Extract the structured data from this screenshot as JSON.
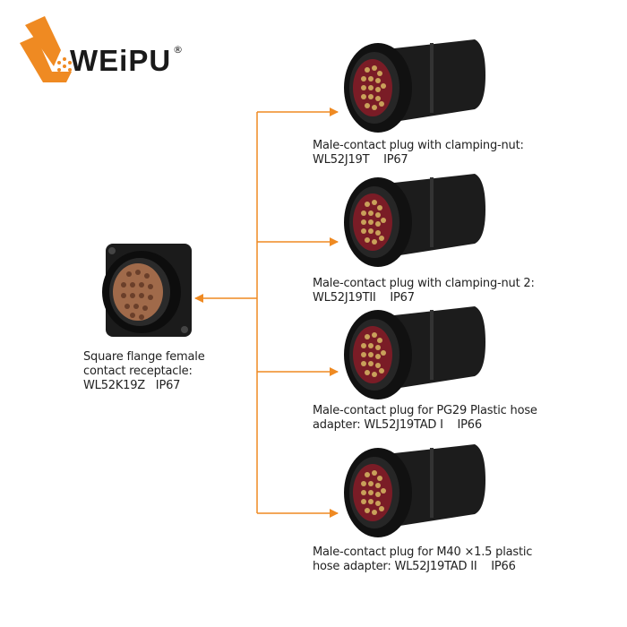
{
  "brand": {
    "name": "WEiPU",
    "registered_mark": "®",
    "accent_color": "#ef8a22"
  },
  "receptacle": {
    "line1": "Square flange female",
    "line2": "contact receptacle:",
    "line3": "WL52K19Z   IP67"
  },
  "plugs": [
    {
      "line1": "Male-contact plug with clamping-nut:",
      "line2": "WL52J19T    IP67"
    },
    {
      "line1": "Male-contact plug with clamping-nut 2:",
      "line2": "WL52J19TII    IP67"
    },
    {
      "line1": "Male-contact plug for PG29 Plastic hose",
      "line2": "adapter: WL52J19TAD I    IP66"
    },
    {
      "line1": "Male-contact plug for M40 ×1.5 plastic",
      "line2": "hose adapter: WL52J19TAD II    IP66"
    }
  ],
  "colors": {
    "arrow": "#ef8a22",
    "connector_body": "#141414",
    "pins": "#c9a15a",
    "insert": "#7a1c26"
  }
}
